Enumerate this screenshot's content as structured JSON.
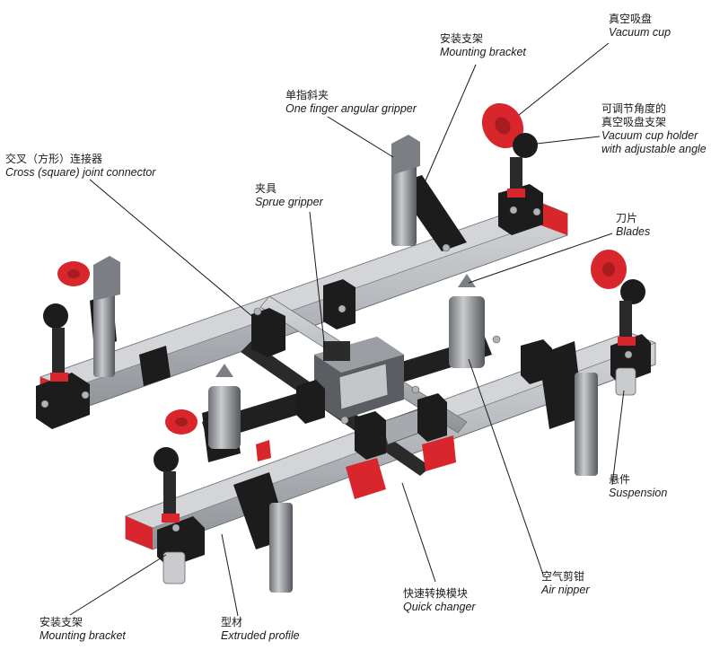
{
  "colors": {
    "profile": "#b9bcc0",
    "profile_dark": "#8d9196",
    "bracket": "#1c1c1c",
    "accent_red": "#d9262c",
    "leader": "#1a1a1a"
  },
  "labels": {
    "vacuum_cup": {
      "zh": "真空吸盘",
      "en": "Vacuum cup"
    },
    "mounting_bracket_top": {
      "zh": "安装支架",
      "en": "Mounting bracket"
    },
    "angular_gripper": {
      "zh": "单指斜夹",
      "en": "One finger angular gripper"
    },
    "cup_holder": {
      "zh1": "可调节角度的",
      "zh2": "真空吸盘支架",
      "en1": "Vacuum cup holder",
      "en2": "with adjustable angle"
    },
    "cross_connector": {
      "zh": "交叉（方形）连接器",
      "en": "Cross (square) joint connector"
    },
    "sprue_gripper": {
      "zh": "夹具",
      "en": "Sprue gripper"
    },
    "blades": {
      "zh": "刀片",
      "en": "Blades"
    },
    "suspension": {
      "zh": "悬件",
      "en": "Suspension"
    },
    "air_nipper": {
      "zh": "空气剪钳",
      "en": "Air nipper"
    },
    "quick_changer": {
      "zh": "快速转换模块",
      "en": "Quick changer"
    },
    "mounting_bracket_bottom": {
      "zh": "安装支架",
      "en": "Mounting bracket"
    },
    "extruded_profile": {
      "zh": "型材",
      "en": "Extruded profile"
    }
  }
}
